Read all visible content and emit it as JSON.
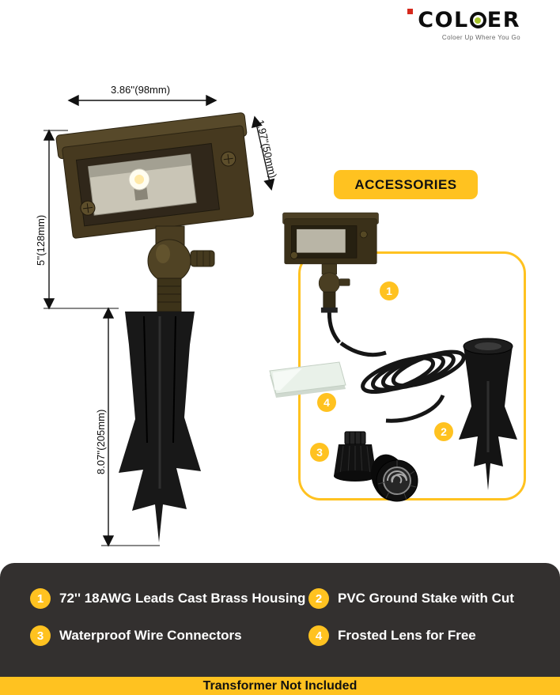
{
  "logo": {
    "brand_left": "COL",
    "brand_right": "ER",
    "tagline": "Coloer Up Where You Go"
  },
  "dimensions": {
    "width": "3.86''(98mm)",
    "face_height": "1.97''(50mm)",
    "body_height": "5''(128mm)",
    "stake_height": "8.07''(205mm)"
  },
  "accessories": {
    "title": "ACCESSORIES",
    "callouts": [
      "1",
      "2",
      "3",
      "4"
    ]
  },
  "features": [
    {
      "num": "1",
      "text": "72'' 18AWG  Leads Cast Brass Housing"
    },
    {
      "num": "2",
      "text": "PVC Ground Stake with Cut"
    },
    {
      "num": "3",
      "text": "Waterproof  Wire Connectors"
    },
    {
      "num": "4",
      "text": "Frosted Lens for Free"
    }
  ],
  "footer": {
    "note": "Transformer Not Included"
  },
  "colors": {
    "accent": "#FFC220",
    "dark_band": "#33302F"
  }
}
